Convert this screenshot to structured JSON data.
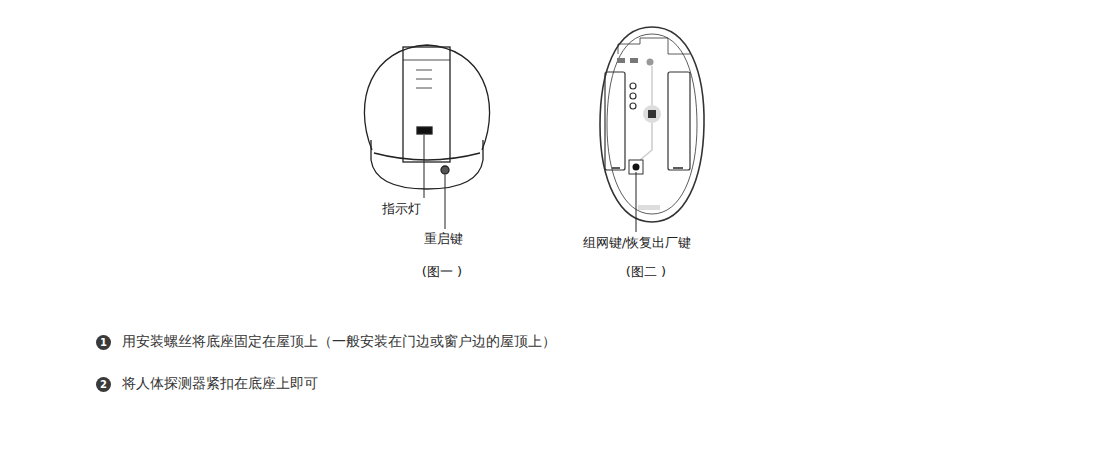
{
  "diagram": {
    "nodes": [
      {
        "text": [
          "1"
        ]
      },
      {
        "text": [
          "2"
        ]
      }
    ],
    "labels": [
      "指示灯",
      "重启键",
      "(图一 )",
      "组网键/恢复出厂键",
      "(图二 )",
      "用安装螺丝将底座固定在屋顶上（一般安装在门边或窗户边的屋顶上）",
      "将人体探测器紧扣在底座上即可"
    ]
  }
}
